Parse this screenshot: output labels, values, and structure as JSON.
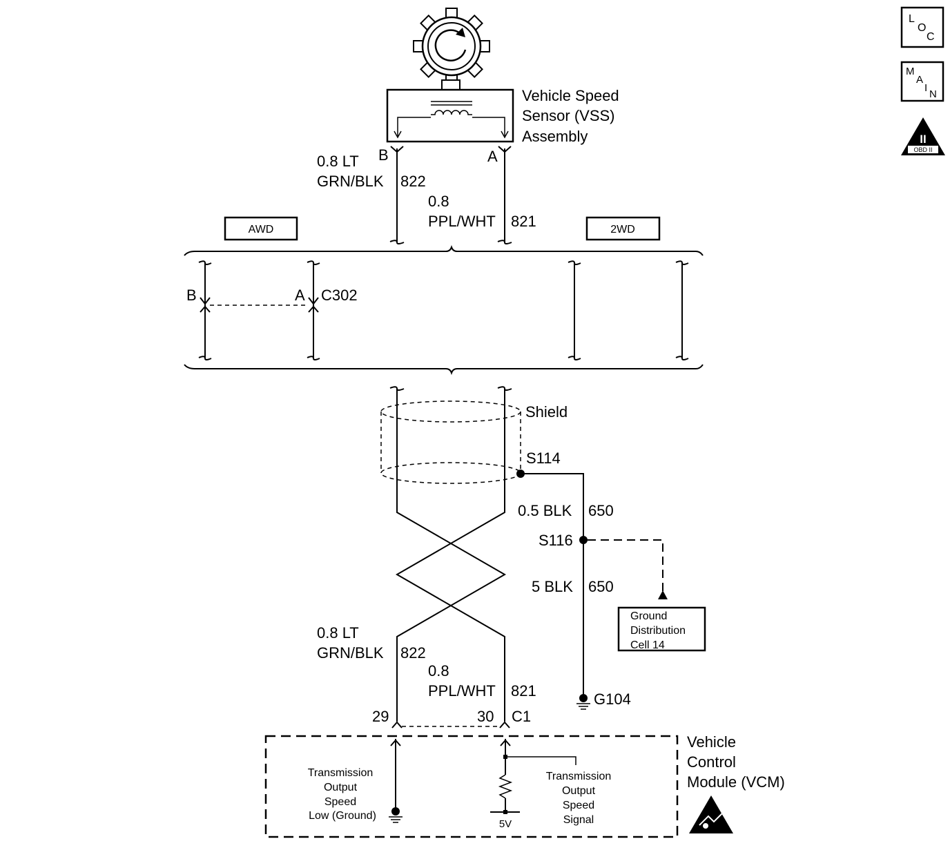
{
  "badges": {
    "loc": [
      "L",
      "O",
      "C"
    ],
    "main": [
      "M",
      "A",
      "I",
      "N"
    ],
    "obd_roman": "II",
    "obd_text": "OBD II"
  },
  "sensor": {
    "title_lines": [
      "Vehicle Speed",
      "Sensor (VSS)",
      "Assembly"
    ],
    "pin_b": "B",
    "pin_a": "A"
  },
  "wires_top": {
    "w822_line1": "0.8 LT",
    "w822_line2": "GRN/BLK",
    "w822_circuit": "822",
    "w821_line1": "0.8",
    "w821_line2": "PPL/WHT",
    "w821_circuit": "821"
  },
  "options": {
    "awd": "AWD",
    "twowd": "2WD"
  },
  "connector": {
    "pin_b": "B",
    "pin_a": "A",
    "name": "C302"
  },
  "shield": {
    "label": "Shield",
    "splice": "S114"
  },
  "ground": {
    "wire1_gauge": "0.5 BLK",
    "wire1_circuit": "650",
    "splice": "S116",
    "wire2_gauge": "5 BLK",
    "wire2_circuit": "650",
    "ground_point": "G104",
    "distribution_lines": [
      "Ground",
      "Distribution",
      "Cell 14"
    ]
  },
  "wires_bottom": {
    "w822_line1": "0.8 LT",
    "w822_line2": "GRN/BLK",
    "w822_circuit": "822",
    "w821_line1": "0.8",
    "w821_line2": "PPL/WHT",
    "w821_circuit": "821",
    "pin_29": "29",
    "pin_30": "30",
    "connector": "C1"
  },
  "vcm": {
    "title_lines": [
      "Vehicle",
      "Control",
      "Module (VCM)"
    ],
    "left_lines": [
      "Transmission",
      "Output",
      "Speed",
      "Low (Ground)"
    ],
    "right_lines": [
      "Transmission",
      "Output",
      "Speed",
      "Signal"
    ],
    "voltage": "5V"
  }
}
